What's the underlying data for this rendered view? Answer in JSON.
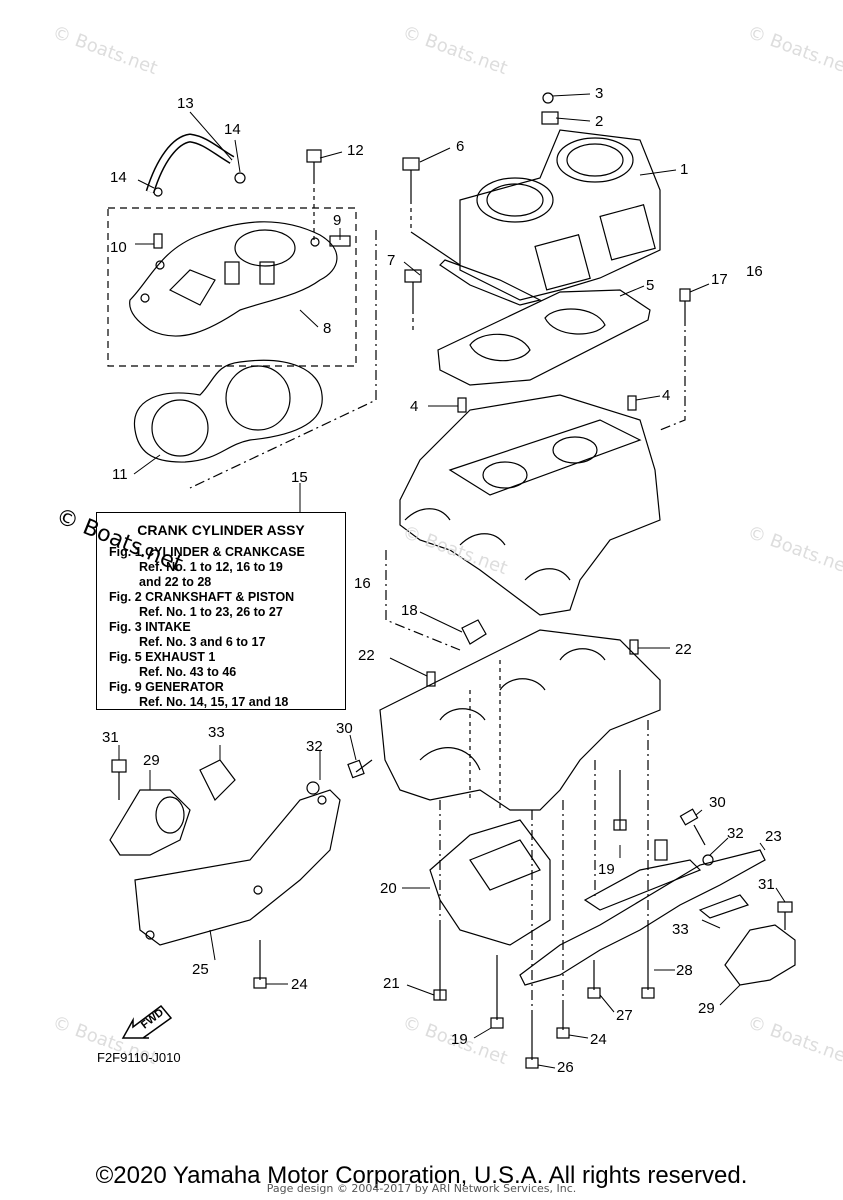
{
  "watermark": "© Boats.net",
  "legend": {
    "title": "CRANK  CYLINDER ASSY",
    "lines": [
      "Fig. 1 CYLINDER & CRANKCASE",
      "Ref. No. 1 to 12, 16 to 19",
      "and 22 to 28",
      "Fig. 2 CRANKSHAFT & PISTON",
      "Ref. No. 1 to 23, 26 to 27",
      "Fig. 3 INTAKE",
      "Ref. No. 3 and 6 to 17",
      "Fig. 5 EXHAUST 1",
      "Ref. No. 43 to 46",
      "Fig. 9 GENERATOR",
      "Ref. No. 14, 15, 17 and 18"
    ]
  },
  "callouts": [
    "1",
    "2",
    "3",
    "4",
    "4",
    "5",
    "6",
    "7",
    "8",
    "9",
    "10",
    "11",
    "12",
    "13",
    "14",
    "14",
    "15",
    "16",
    "16",
    "17",
    "18",
    "19",
    "19",
    "20",
    "21",
    "22",
    "22",
    "23",
    "24",
    "24",
    "25",
    "26",
    "27",
    "28",
    "29",
    "29",
    "30",
    "30",
    "31",
    "31",
    "32",
    "32",
    "33",
    "33"
  ],
  "fwd_label": "FWD",
  "diagram_code": "F2F9110-J010",
  "copyright": "©2020 Yamaha Motor Corporation, U.S.A. All rights reserved.",
  "page_design": "Page design © 2004-2017 by ARI Network Services, Inc."
}
